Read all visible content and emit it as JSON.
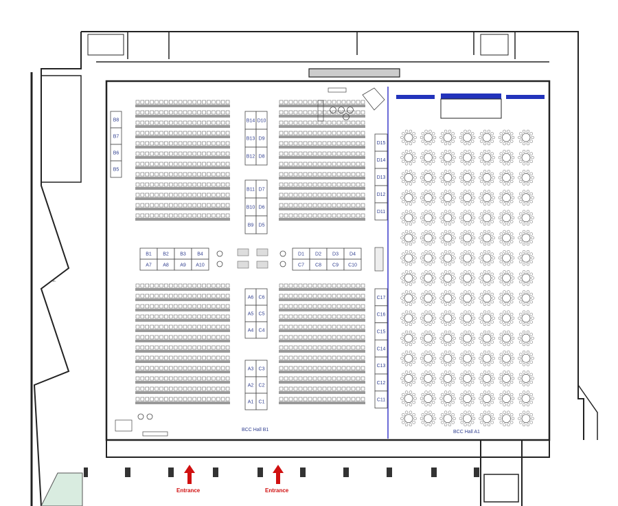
{
  "halls": {
    "b1": "BCC Hall B1",
    "a1": "BCC Hall A1"
  },
  "entrances": [
    "Entrance",
    "Entrance"
  ],
  "booths": {
    "b_left": [
      "B8",
      "B7",
      "B6",
      "B5"
    ],
    "center_upper_left": [
      "B14",
      "B13",
      "B12",
      "B11",
      "B10",
      "B9"
    ],
    "center_upper_right": [
      "D10",
      "D9",
      "D8",
      "D7",
      "D6",
      "D5"
    ],
    "row_b": [
      "B1",
      "B2",
      "B3",
      "B4"
    ],
    "row_a": [
      "A7",
      "A8",
      "A9",
      "A10"
    ],
    "row_d": [
      "D1",
      "D2",
      "D3",
      "D4"
    ],
    "row_c": [
      "C7",
      "C8",
      "C9",
      "C10"
    ],
    "d_right": [
      "D15",
      "D14",
      "D13",
      "D12",
      "D11"
    ],
    "center_lower_left": [
      "A6",
      "A5",
      "A4",
      "A3",
      "A2",
      "A1"
    ],
    "center_lower_right": [
      "C6",
      "C5",
      "C4",
      "C3",
      "C2",
      "C1"
    ],
    "c_right": [
      "C17",
      "C16",
      "C15",
      "C14",
      "C13",
      "C12",
      "C11"
    ]
  },
  "misc_text": {
    "fm": "F.m."
  },
  "colors": {
    "booth_text": "#2f3e8f",
    "entrance_arrow": "#d01010",
    "divider_line": "#3a3ac8",
    "stage_bar": "#2233bb",
    "wall": "#222222",
    "table": "#888888",
    "green_area": "#d9ece0"
  },
  "layout_summary": {
    "hall_b1_theatre_blocks": 4,
    "hall_a1_round_table_columns": 7,
    "hall_a1_round_table_rows": 15
  }
}
